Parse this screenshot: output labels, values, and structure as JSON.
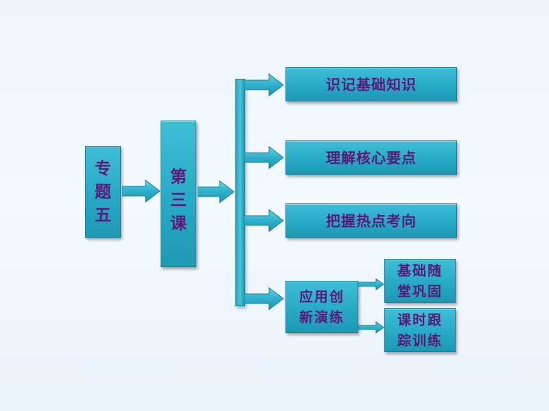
{
  "topic": {
    "line1": "专",
    "line2": "题",
    "line3": "五"
  },
  "lesson": {
    "line1": "第",
    "line2": "三",
    "line3": "课"
  },
  "sections": [
    {
      "label": "识记基础知识"
    },
    {
      "label": "理解核心要点"
    },
    {
      "label": "把握热点考向"
    },
    {
      "line1": "应用创",
      "line2": "新演练"
    }
  ],
  "subsections": [
    {
      "line1": "基础随",
      "line2": "堂巩固"
    },
    {
      "line1": "课时跟",
      "line2": "踪训练"
    }
  ],
  "colors": {
    "box_fill": "#2aaec8",
    "text": "#5a1a78",
    "arrow": "#33b6cf"
  }
}
